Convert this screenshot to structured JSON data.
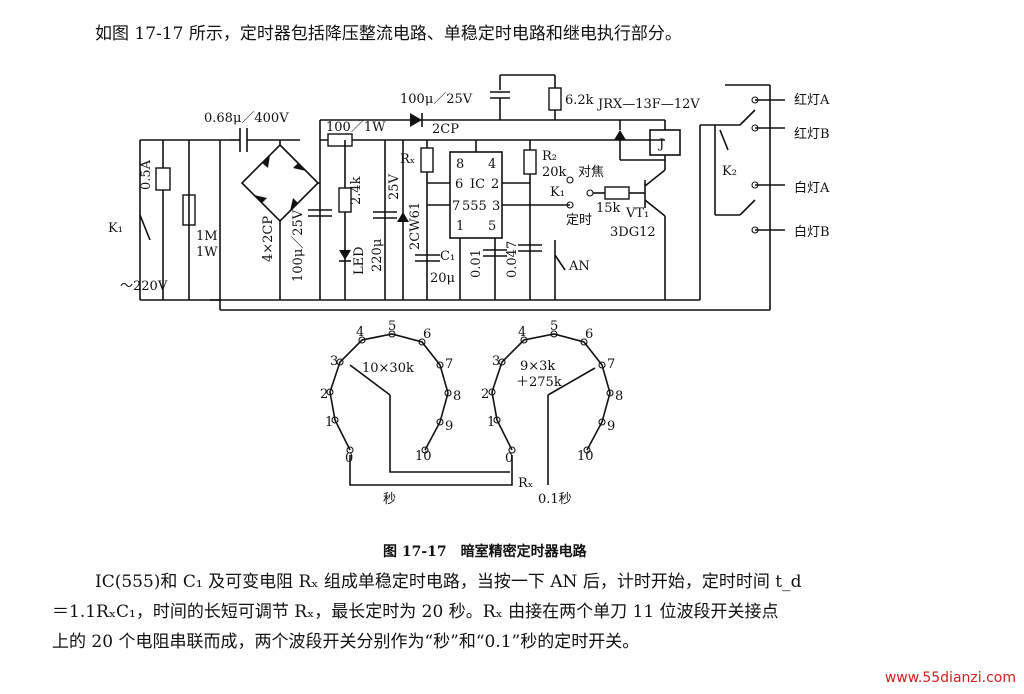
{
  "paragraphs": {
    "intro": "如图 17-17 所示，定时器包括降压整流电路、单稳定时电路和继电执行部分。",
    "body_line1": "IC(555)和 C₁ 及可变电阻 Rₓ 组成单稳定时电路，当按一下 AN 后，计时开始，定时时间 t_d",
    "body_line2": "＝1.1RₓC₁，时间的长短可调节 Rₓ，最长定时为 20 秒。Rₓ 由接在两个单刀 11 位波段开关接点",
    "body_line3": "上的 20 个电阻串联而成，两个波段开关分别作为“秒”和“0.1”秒的定时开关。"
  },
  "caption": "图 17-17　暗室精密定时器电路",
  "watermark": "www.55dianzi.com",
  "circuit": {
    "supply": "～220V",
    "fuse": "0.5A",
    "switch_k1": "K₁",
    "bleed_res": "1M",
    "bleed_res_w": "1W",
    "cap_series": "0.68μ／400V",
    "bridge": "4×2CP",
    "filter_cap": "100μ／25V",
    "res_100": "100／1W",
    "res_24k": "2.4k",
    "led": "LED",
    "cap_220": "220μ",
    "cap_220_v": "25V",
    "zener": "2CW61",
    "diode_top": "100μ／25V",
    "res_62k": "6.2k",
    "diode_2cp": "2CP",
    "relay": "JRX—13F—12V",
    "relay_coil": "J",
    "rx": "Rₓ",
    "r2": "R₂",
    "r2_val": "20k",
    "ic_label": "IC",
    "ic_pins": [
      "8",
      "4",
      "6",
      "2",
      "7",
      "555",
      "3",
      "1",
      "5"
    ],
    "c1": "C₁",
    "c1_val": "20μ",
    "cap_001": "0.01",
    "cap_0047": "0.047",
    "focus": "对焦",
    "k1_switch": "K₁",
    "timing": "定时",
    "an_button": "AN",
    "res_15k": "15k",
    "vt1": "VT₁",
    "vt1_type": "3DG12",
    "k2": "K₂",
    "lamps": [
      "红灯A",
      "红灯B",
      "白灯A",
      "白灯B"
    ]
  },
  "dials": {
    "left_label": "10×30k",
    "right_label_1": "9×3k",
    "right_label_2": "＋275k",
    "positions": [
      "0",
      "1",
      "2",
      "3",
      "4",
      "5",
      "6",
      "7",
      "8",
      "9",
      "10"
    ],
    "rx": "Rₓ",
    "sec": "秒",
    "tenth_sec": "0.1秒"
  }
}
